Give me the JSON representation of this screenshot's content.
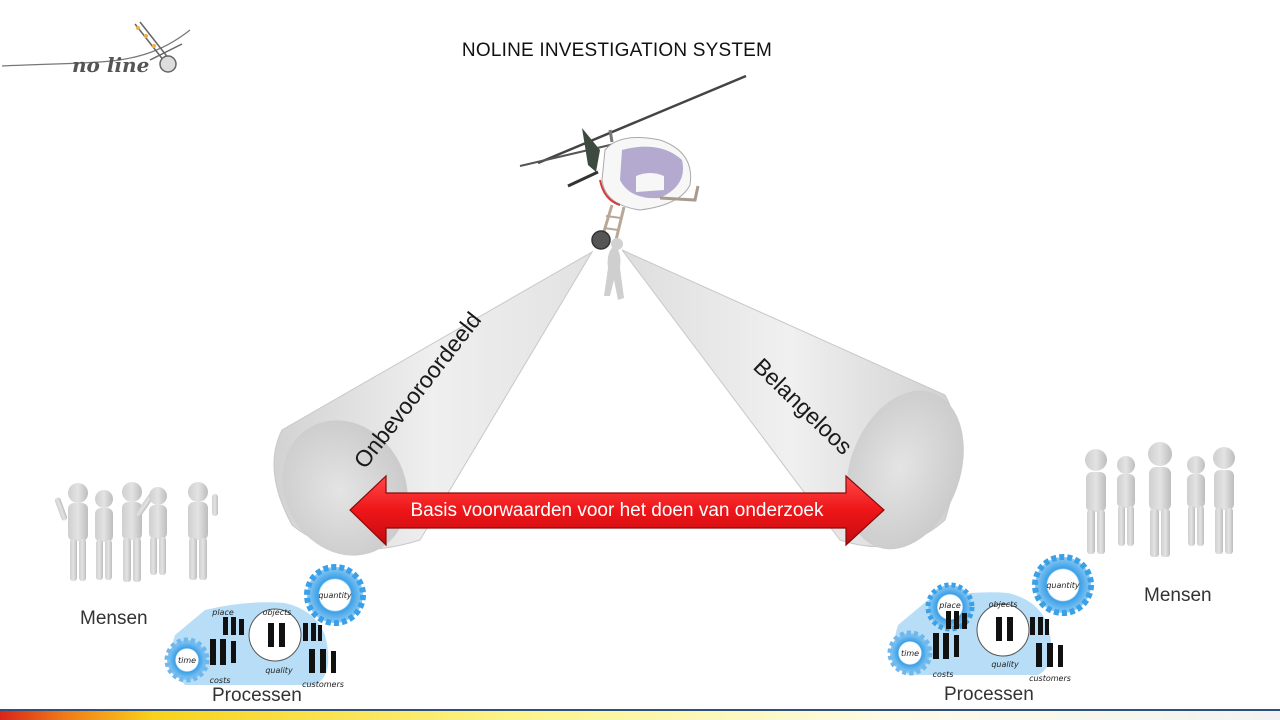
{
  "header": {
    "title": "NOLINE INVESTIGATION SYSTEM",
    "logo_text": "no line"
  },
  "diagram": {
    "beams": [
      {
        "id": "left",
        "label": "Onbevooroordeeld"
      },
      {
        "id": "right",
        "label": "Belangeloos"
      }
    ],
    "arrow": {
      "label": "Basis voorwaarden voor het doen van onderzoek",
      "color": "#e8141a"
    },
    "left_group": {
      "people_caption": "Mensen",
      "process_caption": "Processen"
    },
    "right_group": {
      "people_caption": "Mensen",
      "process_caption": "Processen"
    },
    "gear_words": [
      "quantity",
      "place",
      "objects",
      "time",
      "quality",
      "costs",
      "customers"
    ]
  },
  "colors": {
    "gear_blue": "#3aa0e8",
    "beam_gray": "#e4e4e4",
    "figure_gray": "#d6d6d6",
    "footer_line": "#2f4f7f"
  }
}
